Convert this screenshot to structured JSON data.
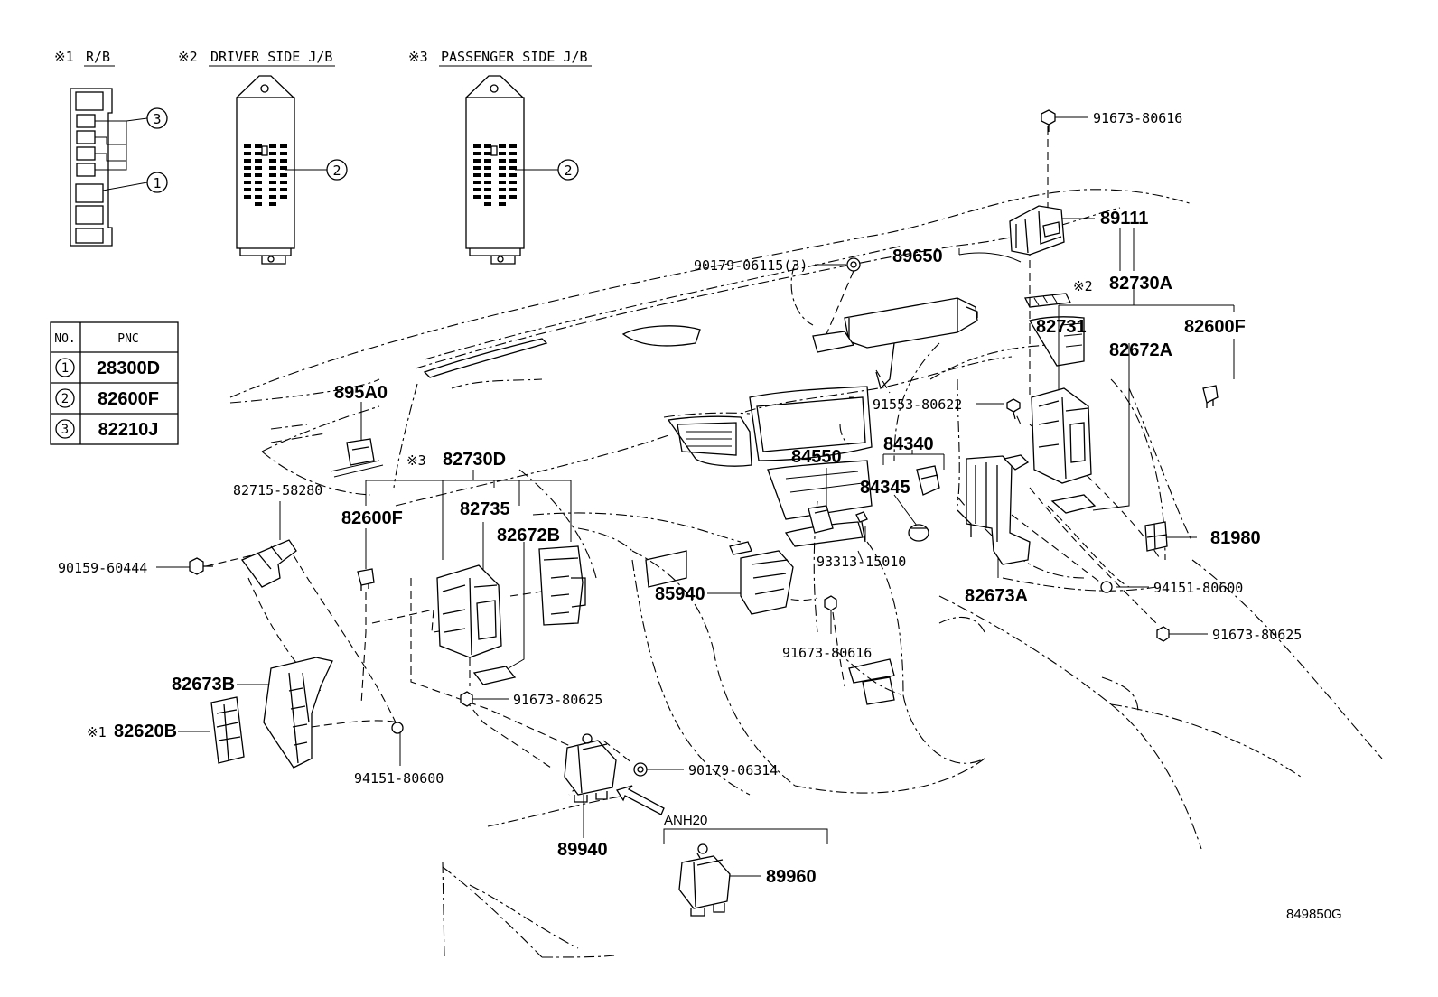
{
  "insets": {
    "rb": {
      "marker": "※1",
      "title": "R/B"
    },
    "driver_jb": {
      "marker": "※2",
      "title": "DRIVER SIDE J/B"
    },
    "passenger_jb": {
      "marker": "※3",
      "title": "PASSENGER SIDE J/B"
    }
  },
  "callout_numbers": [
    "1",
    "2",
    "3"
  ],
  "pnc_table": {
    "headers": [
      "NO.",
      "PNC"
    ],
    "rows": [
      {
        "no": "1",
        "pnc": "28300D"
      },
      {
        "no": "2",
        "pnc": "82600F"
      },
      {
        "no": "3",
        "pnc": "82210J"
      }
    ]
  },
  "markers": {
    "m1": "※1",
    "m2": "※2",
    "m3": "※3"
  },
  "part_labels": {
    "p91673_80616_top": "91673-80616",
    "p89111": "89111",
    "p82730A": "82730A",
    "p90179_06115": "90179-06115(3)",
    "p89650": "89650",
    "p82731": "82731",
    "p82600F_right": "82600F",
    "p82672A": "82672A",
    "p91553_80622": "91553-80622",
    "p895A0": "895A0",
    "p84340": "84340",
    "p84550": "84550",
    "p84345": "84345",
    "p82730D": "82730D",
    "p82715_58280": "82715-58280",
    "p82735": "82735",
    "p82600F_left": "82600F",
    "p82672B": "82672B",
    "p81980": "81980",
    "p90159_60444": "90159-60444",
    "p93313_15010": "93313-15010",
    "p94151_80600_right": "94151-80600",
    "p82673A": "82673A",
    "p85940": "85940",
    "p91673_80625_right": "91673-80625",
    "p91673_80616_mid": "91673-80616",
    "p82673B": "82673B",
    "p91673_80625_left": "91673-80625",
    "p82620B": "82620B",
    "p90179_06314": "90179-06314",
    "p94151_80600_left": "94151-80600",
    "p89940": "89940",
    "anh20": "ANH20",
    "p89960": "89960"
  },
  "illustration_code": "849850G"
}
